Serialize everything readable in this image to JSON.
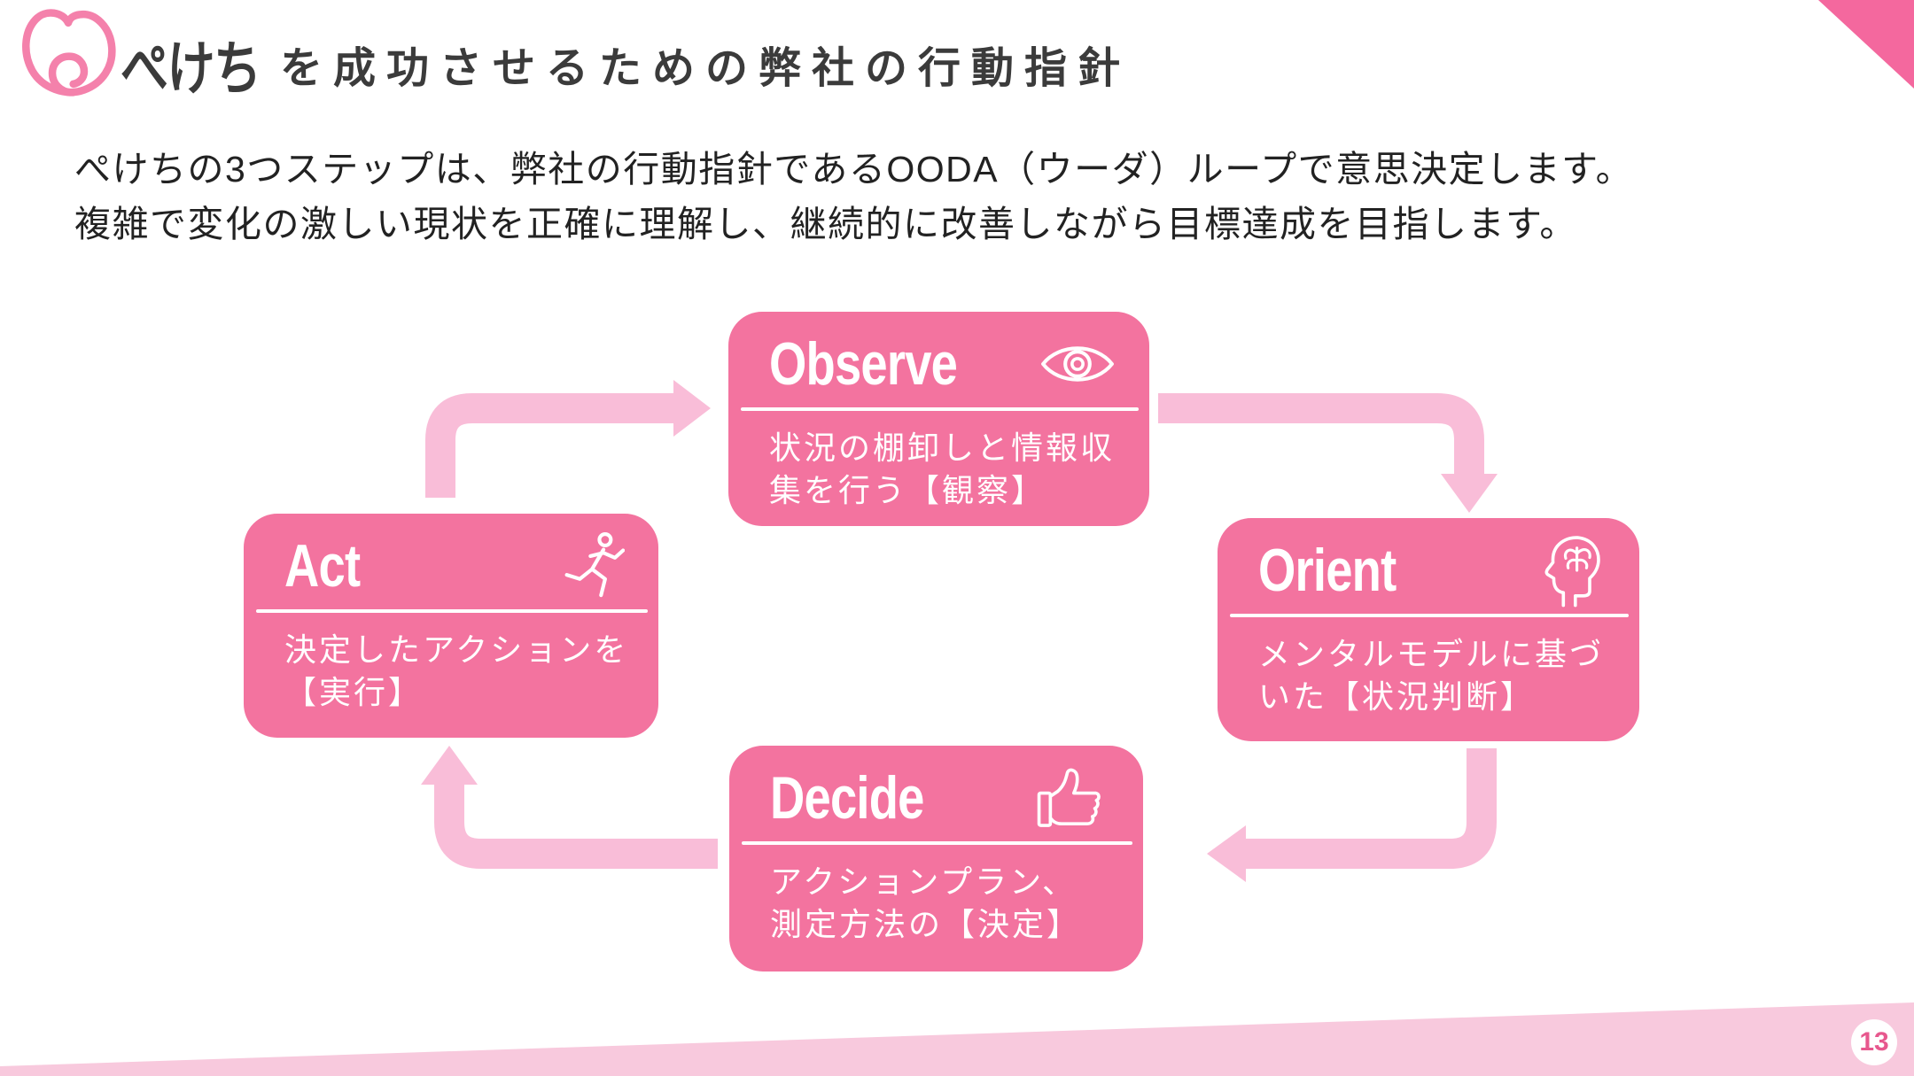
{
  "header": {
    "brand": "ぺけち",
    "title": "を成功させるための弊社の行動指針"
  },
  "intro": {
    "line1": "ぺけちの3つステップは、弊社の行動指針であるOODA（ウーダ）ループで意思決定します。",
    "line2": "複雑で変化の激しい現状を正確に理解し、継続的に改善しながら目標達成を目指します。"
  },
  "ooda": {
    "observe": {
      "title": "Observe",
      "icon": "eye-icon",
      "desc_line1": "状況の棚卸しと情報収",
      "desc_line2": "集を行う【観察】"
    },
    "orient": {
      "title": "Orient",
      "icon": "brain-icon",
      "desc_line1": "メンタルモデルに基づ",
      "desc_line2": "いた【状況判断】"
    },
    "decide": {
      "title": "Decide",
      "icon": "thumbs-up-icon",
      "desc_line1": "アクションプラン、",
      "desc_line2": "測定方法の【決定】"
    },
    "act": {
      "title": "Act",
      "icon": "runner-icon",
      "desc_line1": "決定したアクションを",
      "desc_line2": "【実行】"
    }
  },
  "footer": {
    "page_number": "13"
  },
  "colors": {
    "accent_pink": "#F3739F",
    "corner_pink": "#F4689E",
    "arrow_pink": "#F9BDD8",
    "band_pink": "#F8C9DD",
    "title_text": "#3B3B3B",
    "page_number_pink": "#E7588E"
  }
}
